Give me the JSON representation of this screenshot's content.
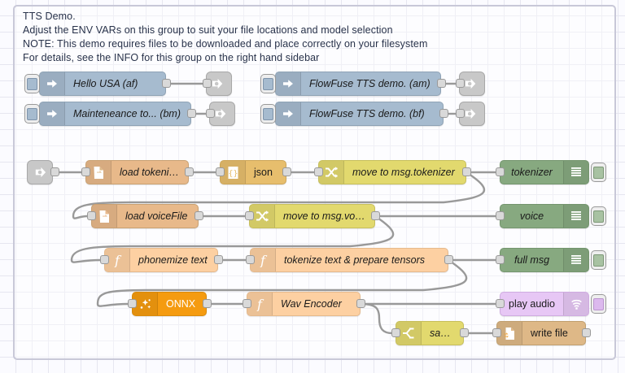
{
  "app": "node-red-flow-editor",
  "group": {
    "name": "tts-demo-group",
    "note_lines": [
      "TTS Demo.",
      "Adjust the ENV VARs on this group to suit your file locations and model selection",
      "NOTE: This demo requires files to be downloaded and place correctly on your filesystem",
      "For details, see the INFO for this group on the right hand sidebar"
    ],
    "note_text": "TTS Demo.\nAdjust the ENV VARs on this group to suit your file locations and model selection\nNOTE: This demo requires files to be downloaded and place correctly on your filesystem\nFor details, see the INFO for this group on the right hand sidebar"
  },
  "colors": {
    "canvas": "#fbfbff",
    "grid": "#e6e6f0",
    "group_border": "#c8c8d8",
    "wire": "#999999",
    "inject": "#a6bbcf",
    "file_in": "#e8b98a",
    "file_out": "#deb887",
    "json": "#e7be6d",
    "change": "#e2d96e",
    "switch": "#e2d96e",
    "debug": "#87a980",
    "function": "#fdd0a2",
    "onnx": "#f59b10",
    "play_audio": "#e7c7f5",
    "link": "#c8c8c8"
  },
  "injects": [
    {
      "label": "Hello USA (af)",
      "type": "inject",
      "row": 0,
      "col": 0
    },
    {
      "label": "FlowFuse TTS demo. (am)",
      "type": "inject",
      "row": 0,
      "col": 1
    },
    {
      "label": "Maintenance to... (bm)",
      "type": "inject",
      "row": 1,
      "col": 0
    },
    {
      "label": "FlowFuse TTS demo. (bf)",
      "type": "inject",
      "row": 1,
      "col": 1
    }
  ],
  "inject_display": {
    "row0_col0": "Hello USA (af)",
    "row0_col1": "FlowFuse TTS demo. (am)",
    "row1_col0": "Mainteneance to... (bm)",
    "row1_col1": "FlowFuse TTS demo. (bf)"
  },
  "nodes": {
    "link_in": {
      "label": "",
      "icon": "link-in-icon"
    },
    "load_tokenizer": {
      "label": "load tokenizer",
      "icon": "file-in-icon"
    },
    "json": {
      "label": "json",
      "icon": "json-icon"
    },
    "move_to_msg_tokenizer": {
      "label": "move to msg.tokenizer",
      "icon": "change-icon"
    },
    "tokenizer_debug": {
      "label": "tokenizer",
      "icon": "debug-icon"
    },
    "load_voicefile": {
      "label": "load voiceFile",
      "icon": "file-in-icon"
    },
    "move_to_msg_voice": {
      "label": "move to msg.voice",
      "icon": "change-icon"
    },
    "voice_debug": {
      "label": "voice",
      "icon": "debug-icon"
    },
    "phonemize_text": {
      "label": "phonemize text",
      "icon": "function-icon"
    },
    "tokenize_text": {
      "label": "tokenize text & prepare tensors",
      "icon": "function-icon"
    },
    "full_msg_debug": {
      "label": "full msg",
      "icon": "debug-icon"
    },
    "onnx": {
      "label": "ONNX",
      "icon": "onnx-icon"
    },
    "wav_encoder": {
      "label": "Wav Encoder",
      "icon": "function-icon"
    },
    "play_audio": {
      "label": "play audio",
      "icon": "speaker-icon"
    },
    "save_switch": {
      "label": "save?",
      "icon": "switch-icon"
    },
    "write_file": {
      "label": "write file",
      "icon": "file-out-icon"
    }
  }
}
